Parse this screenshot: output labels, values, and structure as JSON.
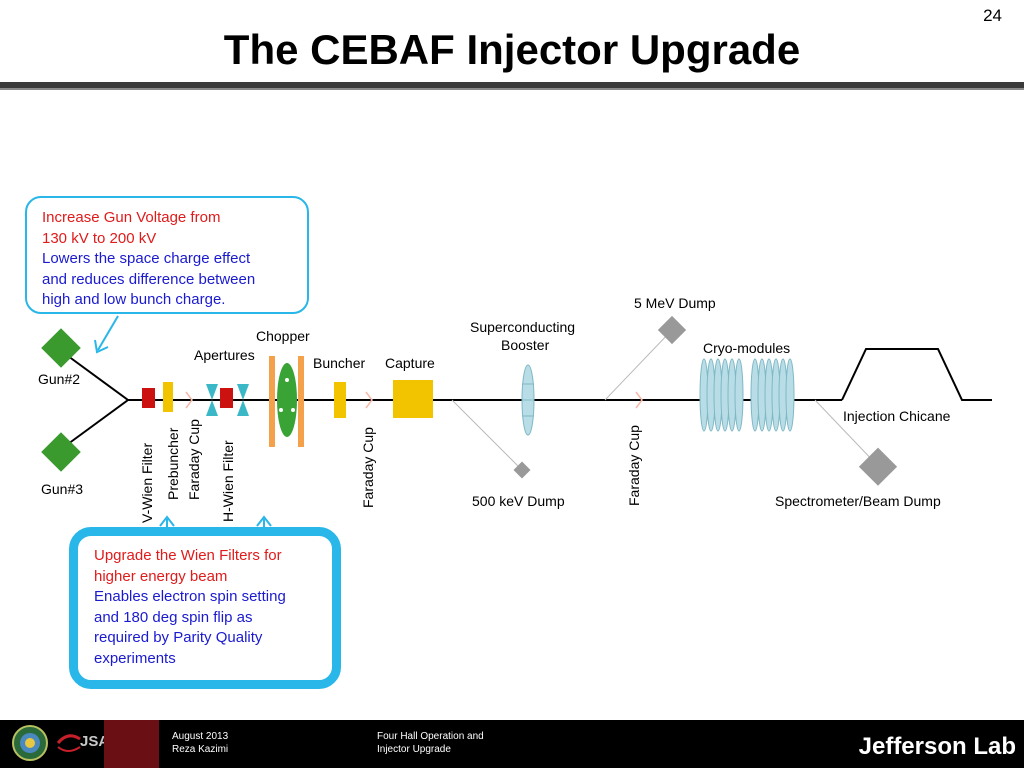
{
  "slide": {
    "number": "24",
    "title": "The CEBAF Injector Upgrade"
  },
  "callouts": {
    "gun": {
      "red_lines": [
        "Increase Gun Voltage from",
        "130 kV to 200 kV"
      ],
      "blue_lines": [
        "Lowers the space charge effect",
        "and reduces difference between",
        "high and low bunch charge."
      ]
    },
    "wien": {
      "red_lines": [
        "Upgrade the Wien Filters for",
        "higher energy beam"
      ],
      "blue_lines": [
        "Enables electron spin setting",
        "and 180 deg spin flip as",
        "required by Parity Quality",
        "experiments"
      ]
    }
  },
  "labels": {
    "gun2": "Gun#2",
    "gun3": "Gun#3",
    "apertures": "Apertures",
    "chopper": "Chopper",
    "buncher": "Buncher",
    "capture": "Capture",
    "superconducting": "Superconducting",
    "booster": "Booster",
    "dump_5mev": "5 MeV Dump",
    "cryo_modules": "Cryo-modules",
    "injection_chicane": "Injection Chicane",
    "dump_500kev": "500 keV Dump",
    "spectrometer": "Spectrometer/Beam Dump",
    "v_wien": "V-Wien Filter",
    "prebuncher": "Prebuncher",
    "faraday_cup_1": "Faraday Cup",
    "h_wien": "H-Wien Filter",
    "faraday_cup_2": "Faraday Cup",
    "faraday_cup_3": "Faraday Cup"
  },
  "footer": {
    "date": "August 2013",
    "author": "Reza Kazimi",
    "talk_line1": "Four Hall Operation and",
    "talk_line2": "Injector Upgrade",
    "org_logo": "JSA",
    "brand": "Jefferson Lab"
  },
  "colors": {
    "callout_border": "#29b6e8",
    "gun": "#3a9a2e",
    "magnet_red": "#cc1111",
    "yellow": "#f2c400",
    "orange": "#f5a04a",
    "green_chopper": "#3aa336",
    "cavity": "#b9dde6",
    "dump_grey": "#999999"
  }
}
